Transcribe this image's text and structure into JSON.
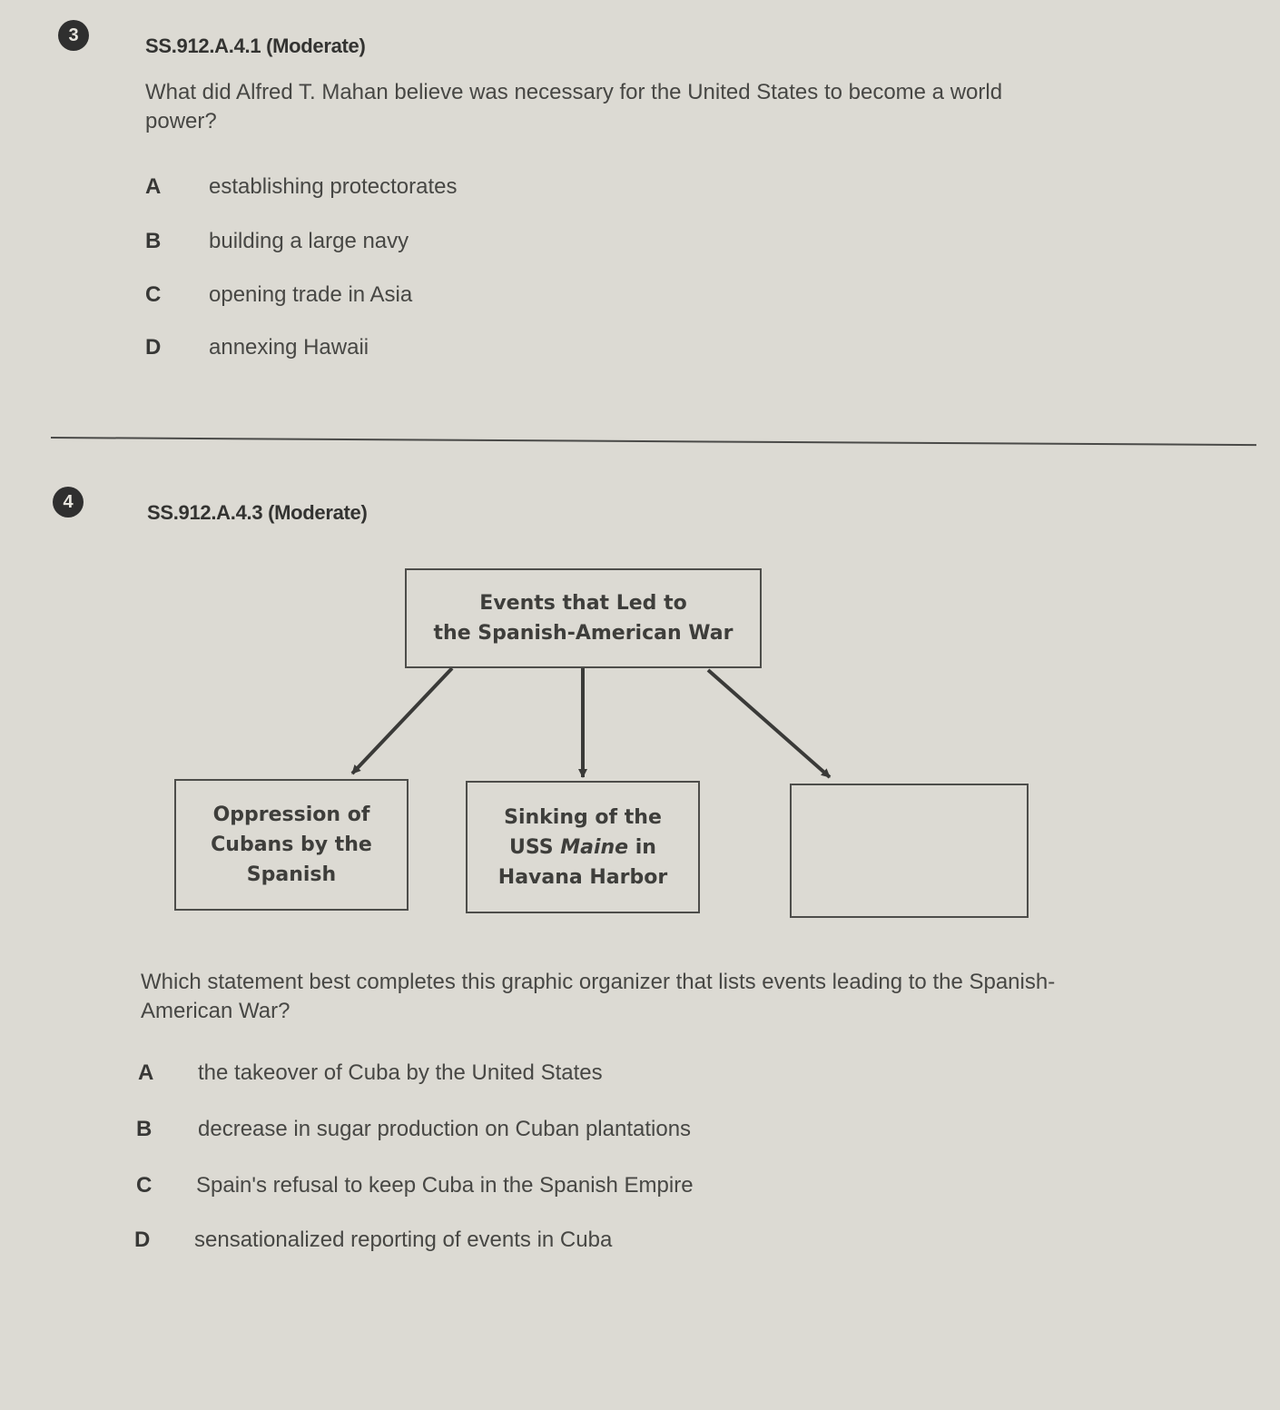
{
  "questions": [
    {
      "number": "3",
      "standard": "SS.912.A.4.1 (Moderate)",
      "stem": "What did Alfred T. Mahan believe was necessary for the United States to become a world power?",
      "choices": [
        {
          "letter": "A",
          "text": "establishing protectorates"
        },
        {
          "letter": "B",
          "text": "building a large navy"
        },
        {
          "letter": "C",
          "text": "opening trade in Asia"
        },
        {
          "letter": "D",
          "text": "annexing Hawaii"
        }
      ]
    },
    {
      "number": "4",
      "standard": "SS.912.A.4.3 (Moderate)",
      "organizer": {
        "top_line1": "Events that Led to",
        "top_line2": "the Spanish-American War",
        "box1_line1": "Oppression of",
        "box1_line2": "Cubans by the",
        "box1_line3": "Spanish",
        "box2_line1": "Sinking of the",
        "box2_line2_prefix": "USS ",
        "box2_line2_italic": "Maine",
        "box2_line2_suffix": " in",
        "box2_line3": "Havana Harbor",
        "box3_text": ""
      },
      "stem": "Which statement best completes this graphic organizer that lists events leading to the Spanish-American War?",
      "choices": [
        {
          "letter": "A",
          "text": "the takeover of Cuba by the United States"
        },
        {
          "letter": "B",
          "text": "decrease in sugar production on Cuban plantations"
        },
        {
          "letter": "C",
          "text": "Spain's refusal to keep Cuba in the Spanish Empire"
        },
        {
          "letter": "D",
          "text": "sensationalized reporting of events in Cuba"
        }
      ]
    }
  ]
}
